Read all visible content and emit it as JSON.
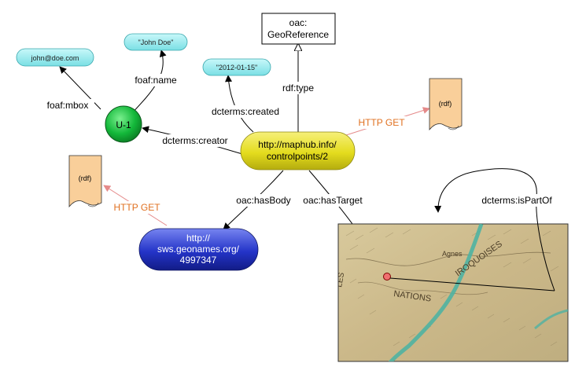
{
  "nodes": {
    "email": "john@doe.com",
    "name_literal": "\"John Doe\"",
    "date_literal": "\"2012-01-15\"",
    "user": "U-1",
    "georef_line1": "oac:",
    "georef_line2": "GeoReference",
    "controlpoint_line1": "http://maphub.info/",
    "controlpoint_line2": "controlpoints/2",
    "geonames_line1": "http://",
    "geonames_line2": "sws.geonames.org/",
    "geonames_line3": "4997347",
    "rdf_doc_right": "(rdf)",
    "rdf_doc_left": "(rdf)"
  },
  "edges": {
    "mbox": "foaf:mbox",
    "name": "foaf:name",
    "created": "dcterms:created",
    "type": "rdf:type",
    "creator": "dcterms:creator",
    "http_get_right": "HTTP GET",
    "http_get_left": "HTTP GET",
    "has_body": "oac:hasBody",
    "has_target": "oac:hasTarget",
    "is_part_of": "dcterms:isPartOf"
  },
  "map_labels": {
    "nations": "NATIONS",
    "iroquoises": "IROQUOISES",
    "les": "LES",
    "agnes": "Agnes"
  },
  "colors": {
    "literal_fill": "#8ee8ec",
    "user_fill": "#13b83a",
    "controlpoint_fill": "#e4dc1e",
    "geonames_fill": "#2434c8",
    "doc_fill": "#f9cf9a",
    "http_get_text": "#e07020",
    "http_get_arrow": "#e58a8a",
    "map_background": "#c9b88a",
    "map_river": "#4fb2a2"
  }
}
